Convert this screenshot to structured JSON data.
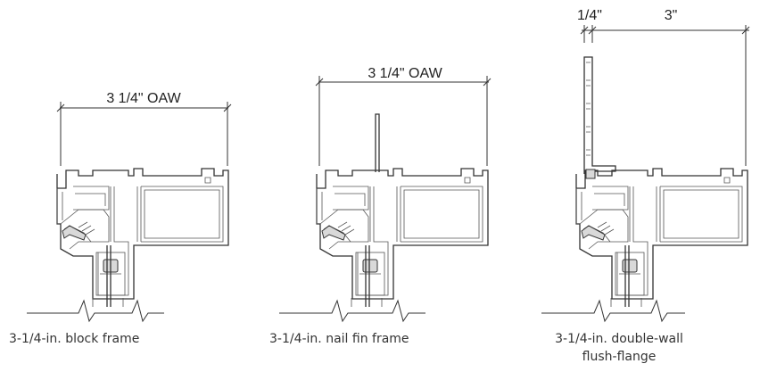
{
  "figures": [
    {
      "dimension": "3 1/4\" OAW",
      "caption": "3-1/4-in. block frame"
    },
    {
      "dimension": "3 1/4\" OAW",
      "caption": "3-1/4-in. nail fin frame"
    },
    {
      "dimension_flange": "1/4\"",
      "dimension_main": "3\"",
      "caption_line1": "3-1/4-in. double-wall",
      "caption_line2": "flush-flange"
    }
  ]
}
